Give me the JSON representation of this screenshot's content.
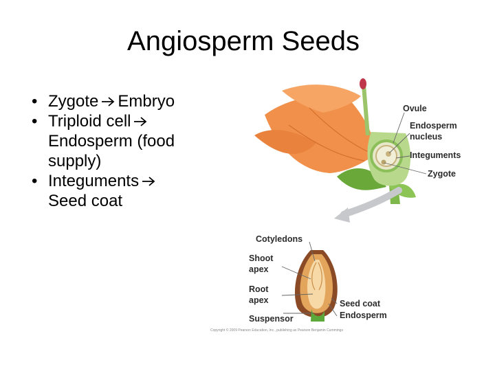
{
  "slide": {
    "title": "Angiosperm Seeds",
    "bullets": [
      {
        "lines": [
          {
            "a": "Zygote",
            "b": "Embryo"
          }
        ]
      },
      {
        "lines": [
          {
            "a": "Triploid cell",
            "b": ""
          },
          {
            "a": "Endosperm (food",
            "b": null
          },
          {
            "a": "supply)",
            "b": null
          }
        ]
      },
      {
        "lines": [
          {
            "a": "Integuments",
            "b": ""
          },
          {
            "a": "Seed coat",
            "b": null
          }
        ]
      }
    ]
  },
  "diagram": {
    "flower_labels": {
      "ovule": "Ovule",
      "endosperm_nucleus_1": "Endosperm",
      "endosperm_nucleus_2": "nucleus",
      "integuments": "Integuments",
      "zygote": "Zygote"
    },
    "seed_labels": {
      "cotyledons": "Cotyledons",
      "shoot_apex_1": "Shoot",
      "shoot_apex_2": "apex",
      "root_apex_1": "Root",
      "root_apex_2": "apex",
      "suspensor": "Suspensor",
      "seed_coat": "Seed coat",
      "endosperm": "Endosperm"
    },
    "copyright": "Copyright © 2009 Pearson Education, Inc., publishing as Pearson Benjamin Cummings"
  }
}
